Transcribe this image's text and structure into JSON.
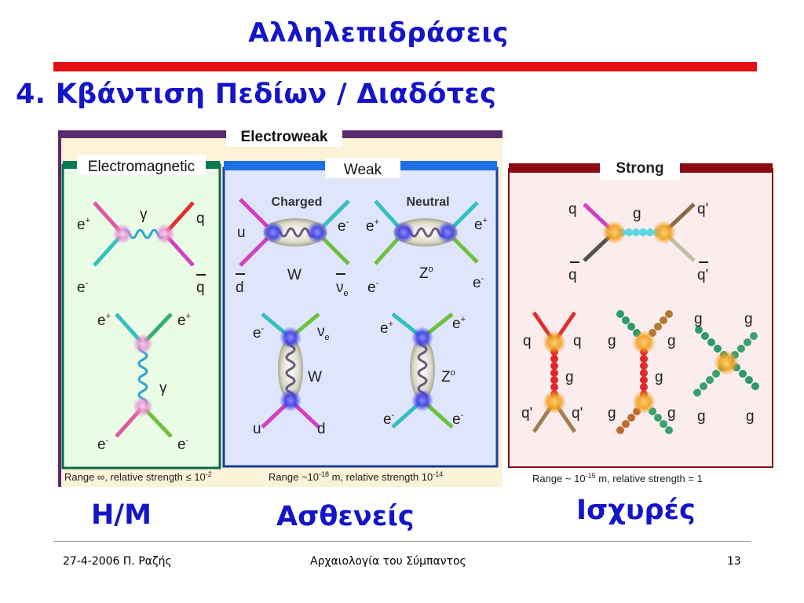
{
  "slide": {
    "title": "Αλληλεπιδράσεις",
    "subtitle": "4. Κβάντιση Πεδίων / Διαδότες"
  },
  "figure": {
    "electroweak_label": "Electroweak",
    "electromagnetic": {
      "label": "Electromagnetic",
      "range_prefix": "Range ∞, relative strength ≤ 10",
      "range_exp": "-2",
      "top": {
        "tl": "e",
        "tl_sup": "+",
        "tr": "q",
        "bl": "e",
        "bl_sup": "-",
        "br": "q",
        "mediator": "γ"
      },
      "bottom": {
        "tl": "e",
        "tl_sup": "+",
        "tr": "e",
        "tr_sup": "+",
        "bl": "e",
        "bl_sup": "-",
        "br": "e",
        "br_sup": "-",
        "mediator": "γ"
      }
    },
    "weak": {
      "label": "Weak",
      "range_prefix": "Range ~10",
      "range_exp1": "-18",
      "range_mid": " m, relative strength  10",
      "range_exp2": "-14",
      "charged": {
        "heading": "Charged",
        "tl": "u",
        "tr": "e",
        "tr_sup": "-",
        "bl": "d",
        "br": "ν",
        "br_sub": "e",
        "mediator": "W"
      },
      "neutral": {
        "heading": "Neutral",
        "tl": "e",
        "tl_sup": "+",
        "tr": "e",
        "tr_sup": "+",
        "bl": "e",
        "bl_sup": "-",
        "br": "e",
        "br_sup": "-",
        "mediator": "Z",
        "mediator_sup": "o"
      },
      "charged_t": {
        "tl": "e",
        "tl_sup": "-",
        "tr": "ν",
        "tr_sub": "e",
        "bl": "u",
        "br": "d",
        "mediator": "W"
      },
      "neutral_t": {
        "tl": "e",
        "tl_sup": "+",
        "tr": "e",
        "tr_sup": "+",
        "bl": "e",
        "bl_sup": "-",
        "br": "e",
        "br_sup": "-",
        "mediator": "Z",
        "mediator_sup": "o"
      }
    },
    "strong": {
      "label": "Strong",
      "range_prefix": "Range ~ 10",
      "range_exp": "-15",
      "range_suffix": " m, relative strength = 1",
      "top": {
        "tl": "q",
        "tr": "q'",
        "bl": "q",
        "br": "q'",
        "mediator": "g"
      },
      "qq": {
        "tl": "q",
        "tr": "q",
        "bl": "q'",
        "br": "q'",
        "mediator": "g"
      },
      "gg": {
        "tl": "g",
        "tr": "g",
        "bl": "g",
        "br": "g",
        "mediator": "g"
      },
      "x": {
        "tl": "g",
        "tr": "g",
        "bl": "g",
        "br": "g"
      }
    }
  },
  "categories": {
    "em": "Η/Μ",
    "weak": "Ασθενείς",
    "strong": "Ισχυρές"
  },
  "footer": {
    "left": "27-4-2006 Π. Ραζής",
    "center": "Αρχαιολογία του Σύμπαντος",
    "page": "13"
  },
  "colors": {
    "title_blue": "#1414c8",
    "title_rule_red": "#e01010",
    "electroweak_purple": "#5a2a6e",
    "em_green": "#0a7a55",
    "weak_blue": "#1e6fe6",
    "strong_red": "#8b0a14"
  }
}
